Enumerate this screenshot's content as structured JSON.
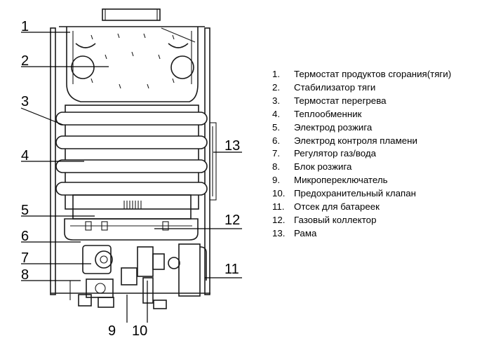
{
  "callouts": [
    {
      "number": "1",
      "label": "Термостат продуктов сгорания(тяги)"
    },
    {
      "number": "2",
      "label": "Стабилизатор тяги"
    },
    {
      "number": "3",
      "label": "Термостат перегрева"
    },
    {
      "number": "4",
      "label": "Теплообменник"
    },
    {
      "number": "5",
      "label": "Электрод розжига"
    },
    {
      "number": "6",
      "label": "Электрод контроля пламени"
    },
    {
      "number": "7",
      "label": "Регулятор  газ/вода"
    },
    {
      "number": "8",
      "label": "Блок розжига"
    },
    {
      "number": "9",
      "label": "Микропереключатель"
    },
    {
      "number": "10",
      "label": "Предохранительный клапан"
    },
    {
      "number": "11",
      "label": "Отсек для батареек"
    },
    {
      "number": "12",
      "label": "Газовый коллектор"
    },
    {
      "number": "13",
      "label": "Рама"
    }
  ]
}
